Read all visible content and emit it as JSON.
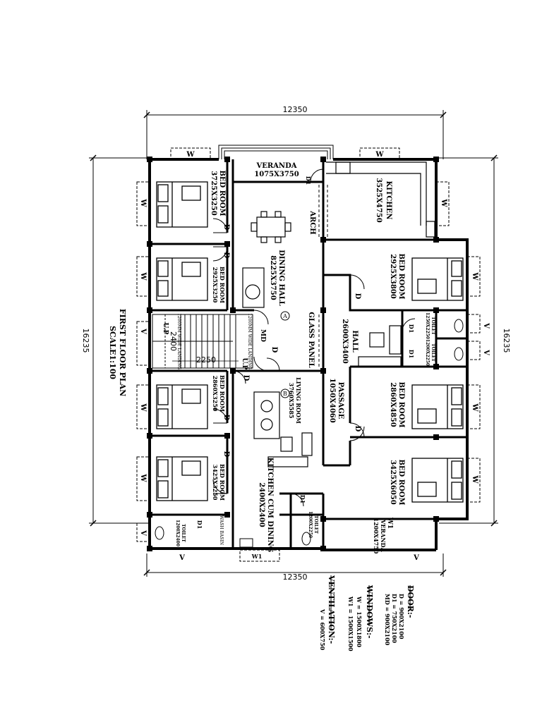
{
  "plan": {
    "title": "FIRST FLOOR PLAN",
    "scale": "SCALE1:100",
    "dim_top": "12350",
    "dim_bottom": "12350",
    "dim_left": "16235",
    "dim_right": "16235",
    "stair_width": "2400",
    "stair_length": "2250"
  },
  "rooms": [
    {
      "id": "veranda-top",
      "name": "VERANDA",
      "size": "1075X3750"
    },
    {
      "id": "kitchen",
      "name": "KITCHEN",
      "size": "3525X4750"
    },
    {
      "id": "bedroom-1",
      "name": "BED ROOM",
      "size": "3725X3250"
    },
    {
      "id": "bedroom-2",
      "name": "BED ROOM",
      "size": "2925X3250"
    },
    {
      "id": "dining-hall",
      "name": "DINING HALL",
      "size": "8225X3750"
    },
    {
      "id": "bedroom-3",
      "name": "BED ROOM",
      "size": "2925X3800"
    },
    {
      "id": "hall",
      "name": "HALL",
      "size": "2600X3400"
    },
    {
      "id": "bedroom-4",
      "name": "BED ROOM",
      "size": "2860X3250"
    },
    {
      "id": "living-room",
      "name": "LIVING ROOM",
      "size": "3760X5585"
    },
    {
      "id": "passage",
      "name": "PASSAGE",
      "size": "1050X4060"
    },
    {
      "id": "bedroom-5",
      "name": "BED ROOM",
      "size": "2860X4850"
    },
    {
      "id": "bedroom-6",
      "name": "BED ROOM",
      "size": "3425X3250"
    },
    {
      "id": "kitchen-dining",
      "name": "KITCHEN CUM DINING",
      "size": "2400X2400"
    },
    {
      "id": "bedroom-7",
      "name": "BED ROOM",
      "size": "3425X6050"
    },
    {
      "id": "toilet-1",
      "name": "TOILET",
      "size": "1200X2400"
    },
    {
      "id": "toilet-2",
      "name": "TOILET",
      "size": "1200X2250"
    },
    {
      "id": "toilet-3",
      "name": "TOILET",
      "size": "1250X2250"
    },
    {
      "id": "toilet-4",
      "name": "TOILET",
      "size": "1200X2250"
    },
    {
      "id": "veranda-bottom",
      "name": "VERANDA",
      "size": "1200X4750"
    }
  ],
  "labels": {
    "arch": "ARCH",
    "glass_panel": "GLASS PANEL",
    "landing_1": "1200MM WIDE LANDING",
    "landing_2": "1200MM WIDE LANDING",
    "up_1": "U.P",
    "up_2": "U.P",
    "wash_basin": "WASH BASIN",
    "marker_a": "A",
    "marker_b": "B",
    "door": "D",
    "door_small": "D1",
    "door_main": "MD",
    "window": "W",
    "window_small": "W1",
    "ventilator": "V"
  },
  "legend": {
    "door_heading": "DOOR:-",
    "door_items": [
      "D  =  900X2100",
      "D1  =  750X2100",
      "MD  =  900X2100"
    ],
    "window_heading": "WINDOWS:-",
    "window_items": [
      "W  =  1500X1800",
      "W1  =  1500X1500"
    ],
    "vent_heading": "VENTILATION:-",
    "vent_items": [
      "V  =  600X750"
    ]
  }
}
